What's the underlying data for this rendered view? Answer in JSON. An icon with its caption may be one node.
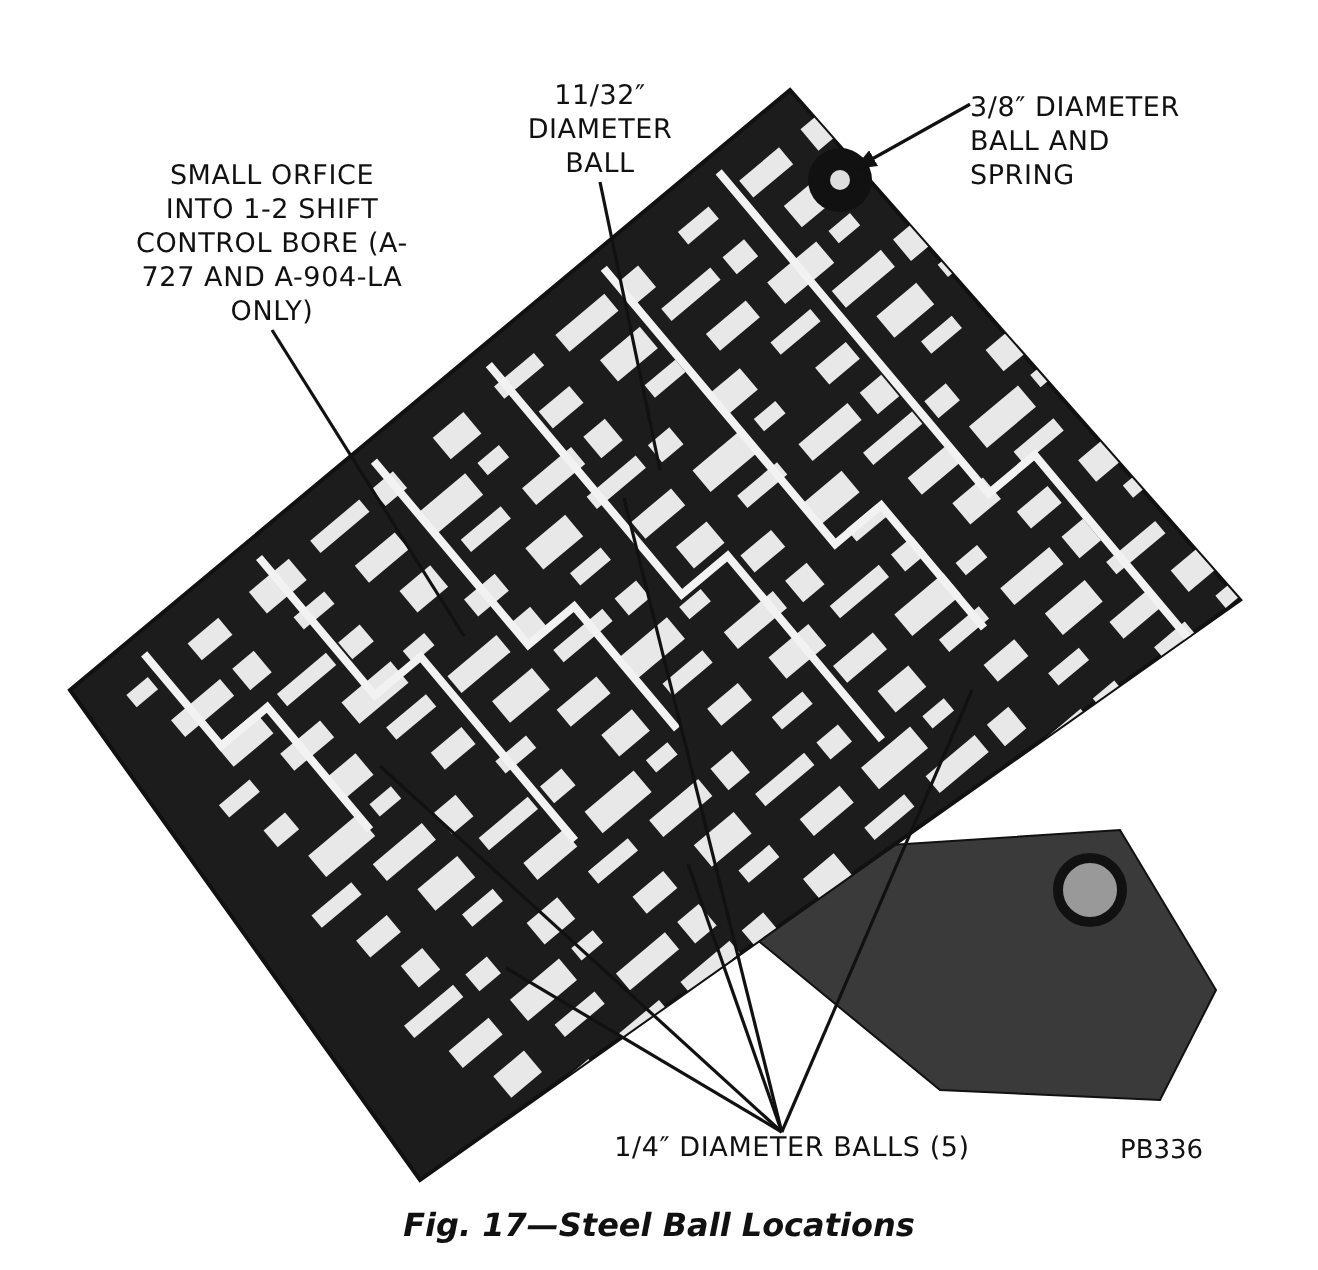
{
  "diagram": {
    "caption": "Fig. 17—Steel Ball Locations",
    "nodes": [
      {
        "text": [
          "SMALL ORFICE INTO 1-2 SHIFT CONTROL BORE (A-727 AND A-904-LA ONLY)"
        ]
      },
      {
        "text": [
          "11/32″ DIAMETER BALL"
        ]
      },
      {
        "text": [
          "3/8″ DIAMETER BALL AND SPRING"
        ]
      },
      {
        "text": [
          "1/4″ DIAMETER BALLS (5)"
        ]
      }
    ],
    "edges": [
      {
        "from": 0,
        "to": null,
        "arrow": "none"
      },
      {
        "from": 1,
        "to": null,
        "arrow": "none"
      },
      {
        "from": 2,
        "to": null,
        "arrow": "to"
      },
      {
        "from": 3,
        "to": null,
        "arrow": "none"
      },
      {
        "from": 3,
        "to": null,
        "arrow": "none"
      },
      {
        "from": 3,
        "to": null,
        "arrow": "none"
      },
      {
        "from": 3,
        "to": null,
        "arrow": "none"
      },
      {
        "from": 3,
        "to": null,
        "arrow": "none"
      }
    ],
    "labels": [
      "PB336"
    ]
  }
}
